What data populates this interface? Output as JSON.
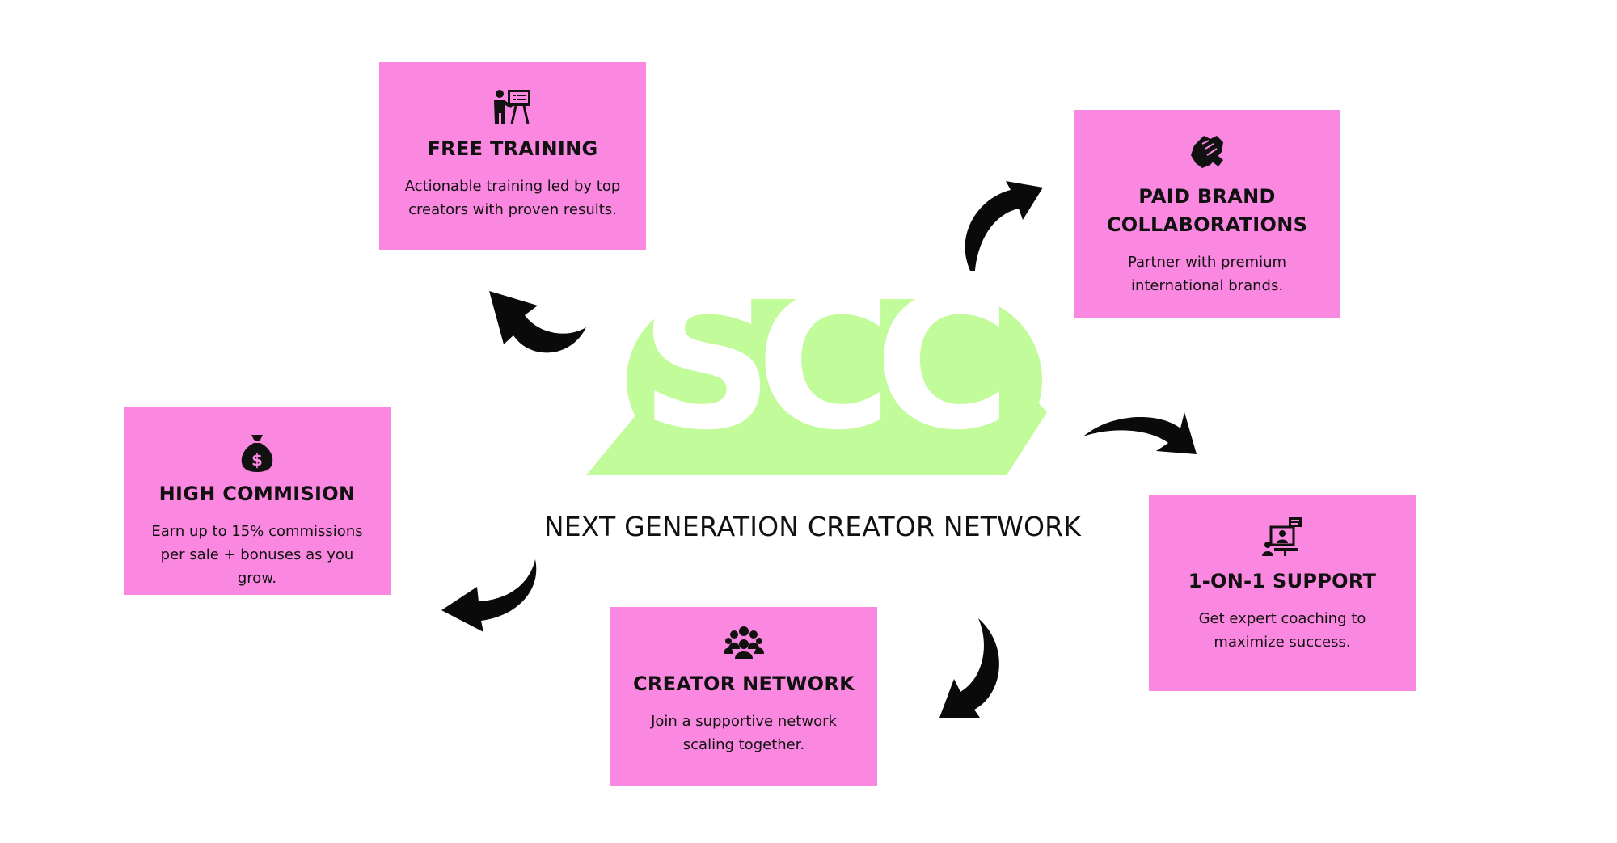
{
  "logo": {
    "text": "SCC",
    "color": "#c2fb9a",
    "icon": "scc-logo"
  },
  "tagline": "NEXT GENERATION CREATOR NETWORK",
  "cards": {
    "training": {
      "title": "FREE TRAINING",
      "description": "Actionable training led by top creators with proven results.",
      "icon": "presentation-icon"
    },
    "brand": {
      "title": "PAID BRAND COLLABORATIONS",
      "description": "Partner with premium international brands.",
      "icon": "handshake-icon"
    },
    "commission": {
      "title": "HIGH COMMISION",
      "description": "Earn up to 15% commissions per sale + bonuses as you grow.",
      "icon": "money-bag-icon"
    },
    "support": {
      "title": "1-ON-1 SUPPORT",
      "description": "Get expert coaching to maximize success.",
      "icon": "video-call-icon"
    },
    "network": {
      "title": "CREATOR NETWORK",
      "description": "Join a supportive network scaling together.",
      "icon": "people-group-icon"
    }
  },
  "colors": {
    "card": "#fb88e0",
    "logo": "#c2fb9a",
    "text": "#111111",
    "arrow": "#0a0a0a"
  }
}
